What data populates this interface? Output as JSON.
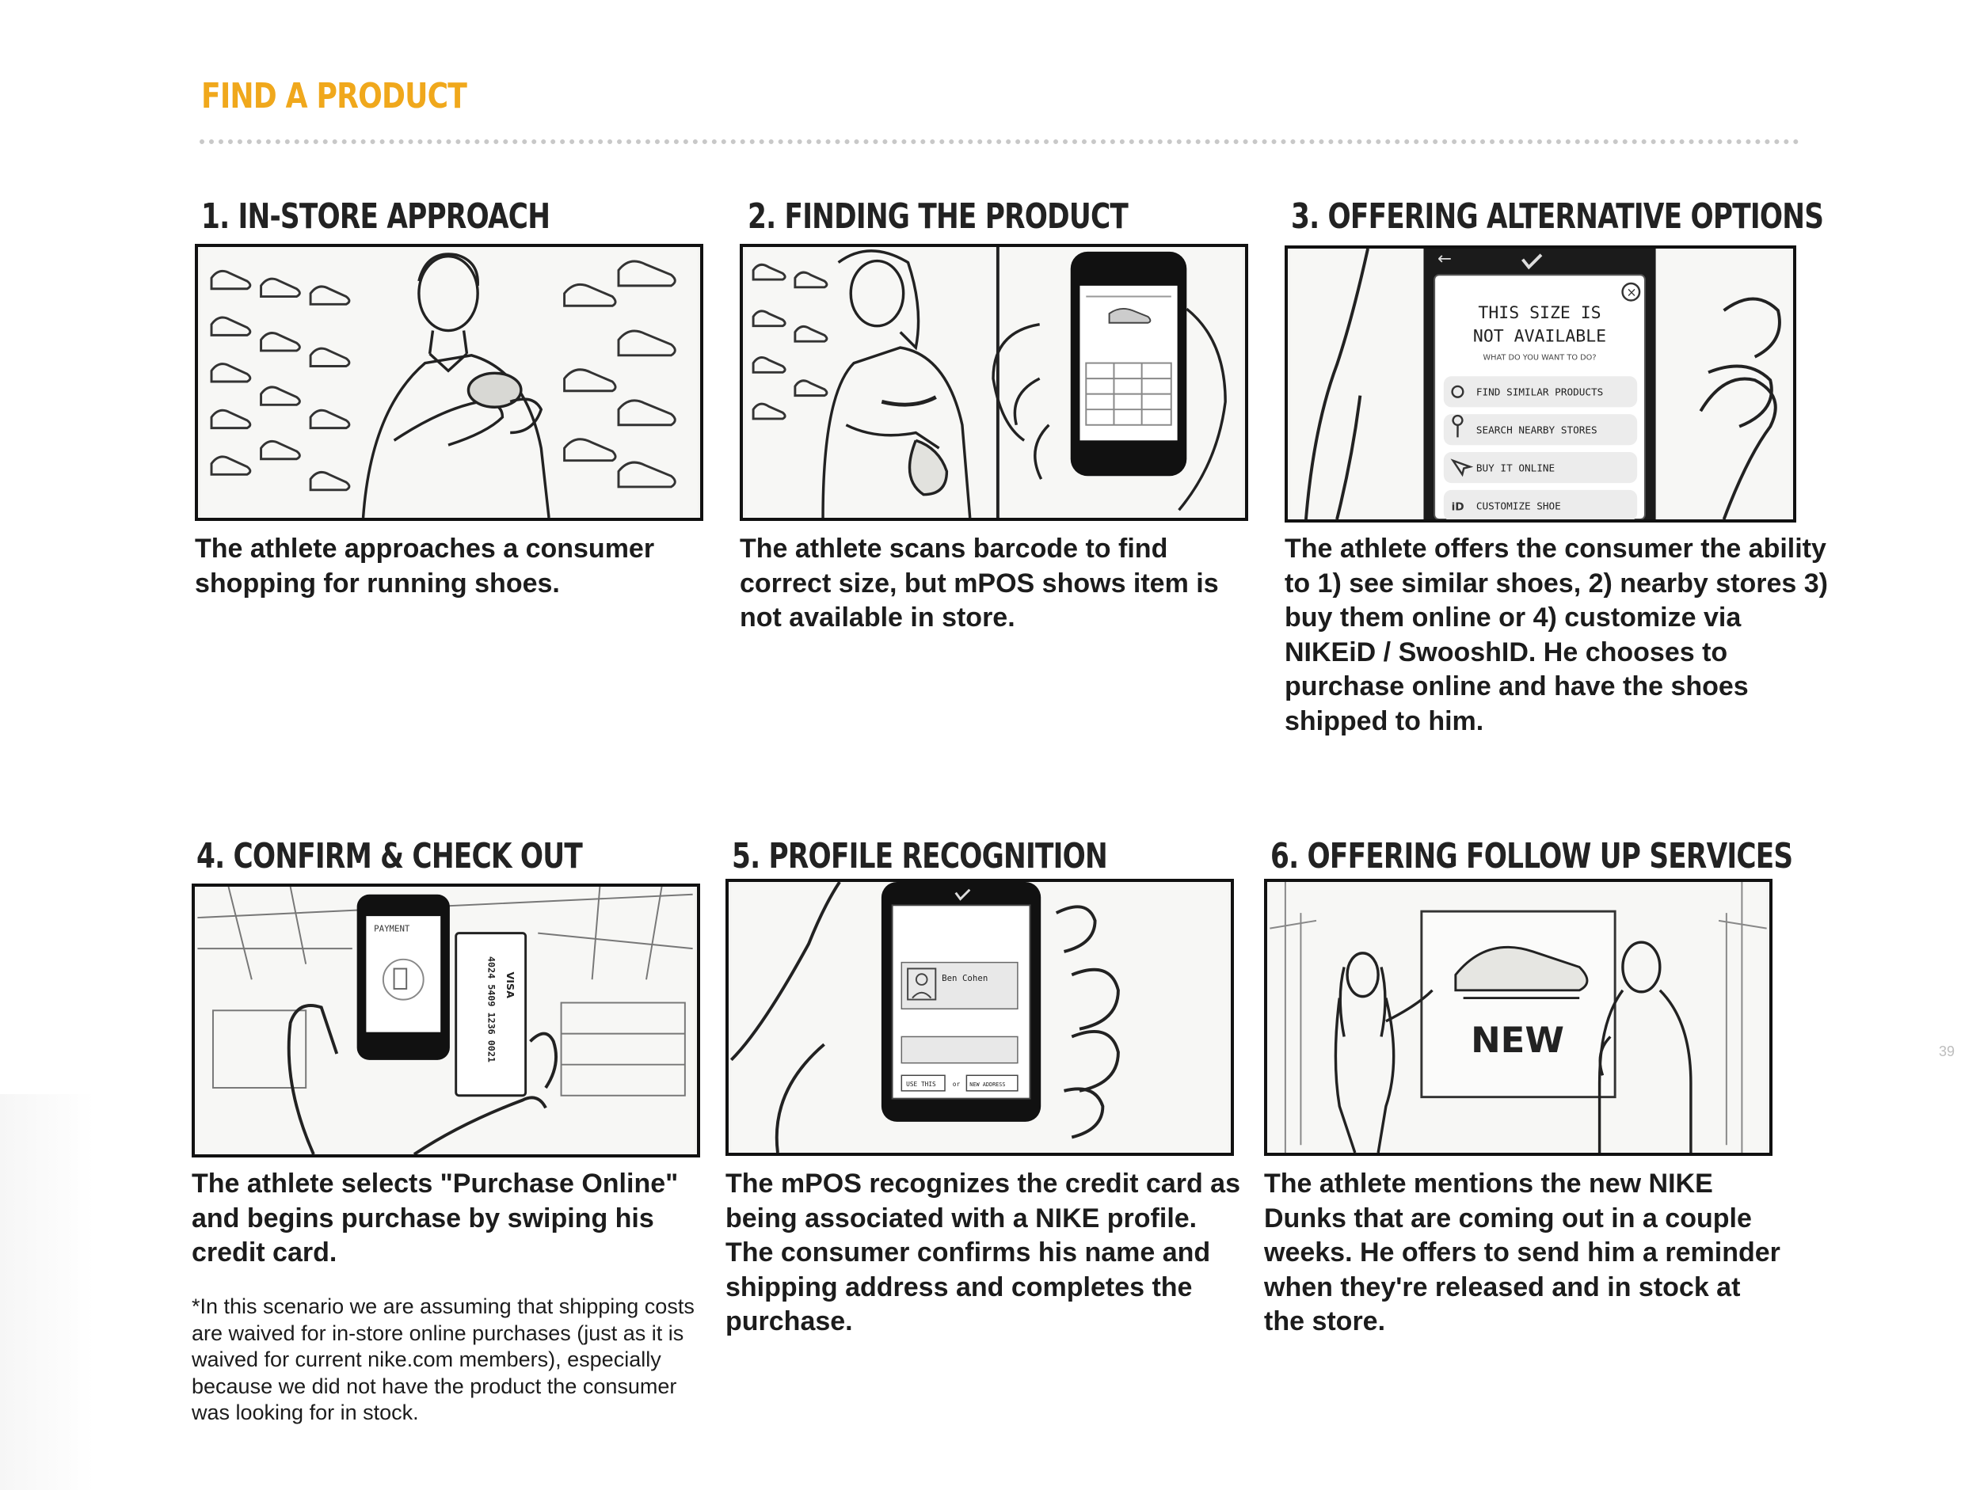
{
  "page": {
    "title": "FIND A PRODUCT",
    "page_number": "39"
  },
  "panels": [
    {
      "title": "1. IN-STORE APPROACH",
      "caption": "The athlete approaches a consumer shopping for running shoes."
    },
    {
      "title": "2. FINDING THE PRODUCT",
      "caption": "The athlete scans barcode to find correct size, but mPOS shows item is not available in store."
    },
    {
      "title": "3. OFFERING ALTERNATIVE OPTIONS",
      "caption": "The athlete offers the consumer the ability to 1) see similar shoes, 2) nearby stores 3) buy them online or 4) customize via NIKEiD / SwooshID. He chooses to purchase online and have the shoes shipped to him.",
      "sketch_screen": {
        "heading_line1": "THIS SIZE IS",
        "heading_line2": "NOT AVAILABLE",
        "prompt": "WHAT DO YOU WANT TO DO?",
        "options": [
          {
            "label": "FIND SIMILAR PRODUCTS",
            "icon": "search-icon"
          },
          {
            "label": "SEARCH NEARBY STORES",
            "icon": "location-pin-icon"
          },
          {
            "label": "BUY IT ONLINE",
            "icon": "cursor-icon"
          },
          {
            "label": "CUSTOMIZE SHOE",
            "icon": "id-icon"
          }
        ]
      }
    },
    {
      "title": "4. CONFIRM & CHECK OUT",
      "caption": "The athlete selects \"Purchase Online\" and begins purchase by swiping his credit card.",
      "footnote": "*In this scenario we are assuming that shipping costs are waived for in-store online purchases (just as it is waived for current nike.com members), especially because we did not have the product the consumer was looking for in stock.",
      "sketch_card": {
        "brand": "VISA",
        "number": "4024 5409 1236 0021",
        "screen_label": "PAYMENT"
      }
    },
    {
      "title": "5. PROFILE RECOGNITION",
      "caption": "The mPOS recognizes the credit card as being associated with a NIKE profile. The consumer confirms his name and shipping address and completes the purchase.",
      "sketch_screen": {
        "profile_name": "Ben Cohen",
        "button_use": "USE THIS",
        "button_or": "or",
        "button_new": "NEW ADDRESS"
      }
    },
    {
      "title": "6. OFFERING FOLLOW UP SERVICES",
      "caption": "The athlete mentions the new NIKE Dunks that are coming out in a couple weeks. He offers to send him a reminder when they're released and in stock at the store.",
      "sketch_poster": {
        "label": "NEW"
      }
    }
  ]
}
